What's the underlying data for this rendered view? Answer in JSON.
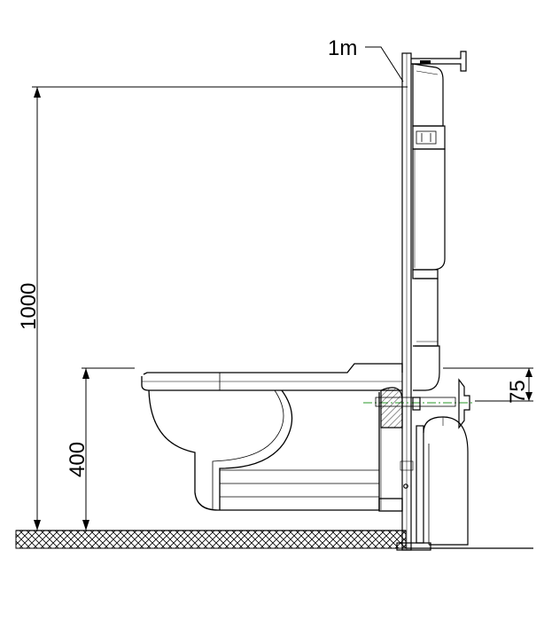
{
  "diagram": {
    "labels": {
      "frame_height": "1000",
      "seat_height": "400",
      "pipe_offset": "75",
      "reference_mark": "1m"
    }
  }
}
